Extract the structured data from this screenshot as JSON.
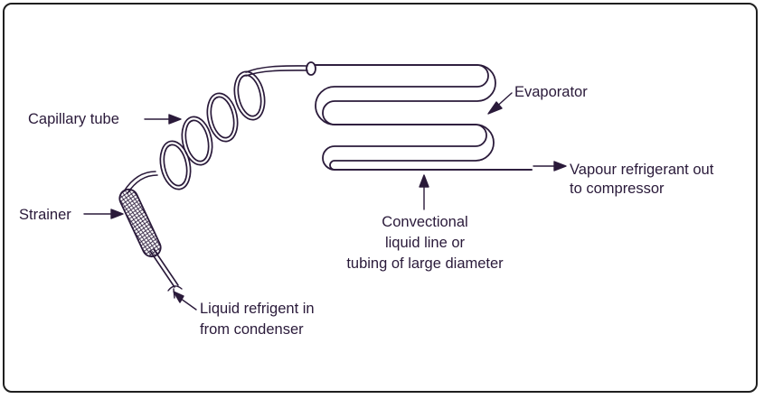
{
  "labels": {
    "capillary_tube": "Capillary tube",
    "evaporator": "Evaporator",
    "strainer": "Strainer",
    "vapour_out_line1": "Vapour refrigerant out",
    "vapour_out_line2": "to compressor",
    "convectional_line1": "Convectional",
    "convectional_line2": "liquid line or",
    "convectional_line3": "tubing of large diameter",
    "liquid_in_line1": "Liquid refrigent in",
    "liquid_in_line2": "from condenser"
  },
  "colors": {
    "ink": "#2a1a3a",
    "frame": "#1f1f1f"
  }
}
